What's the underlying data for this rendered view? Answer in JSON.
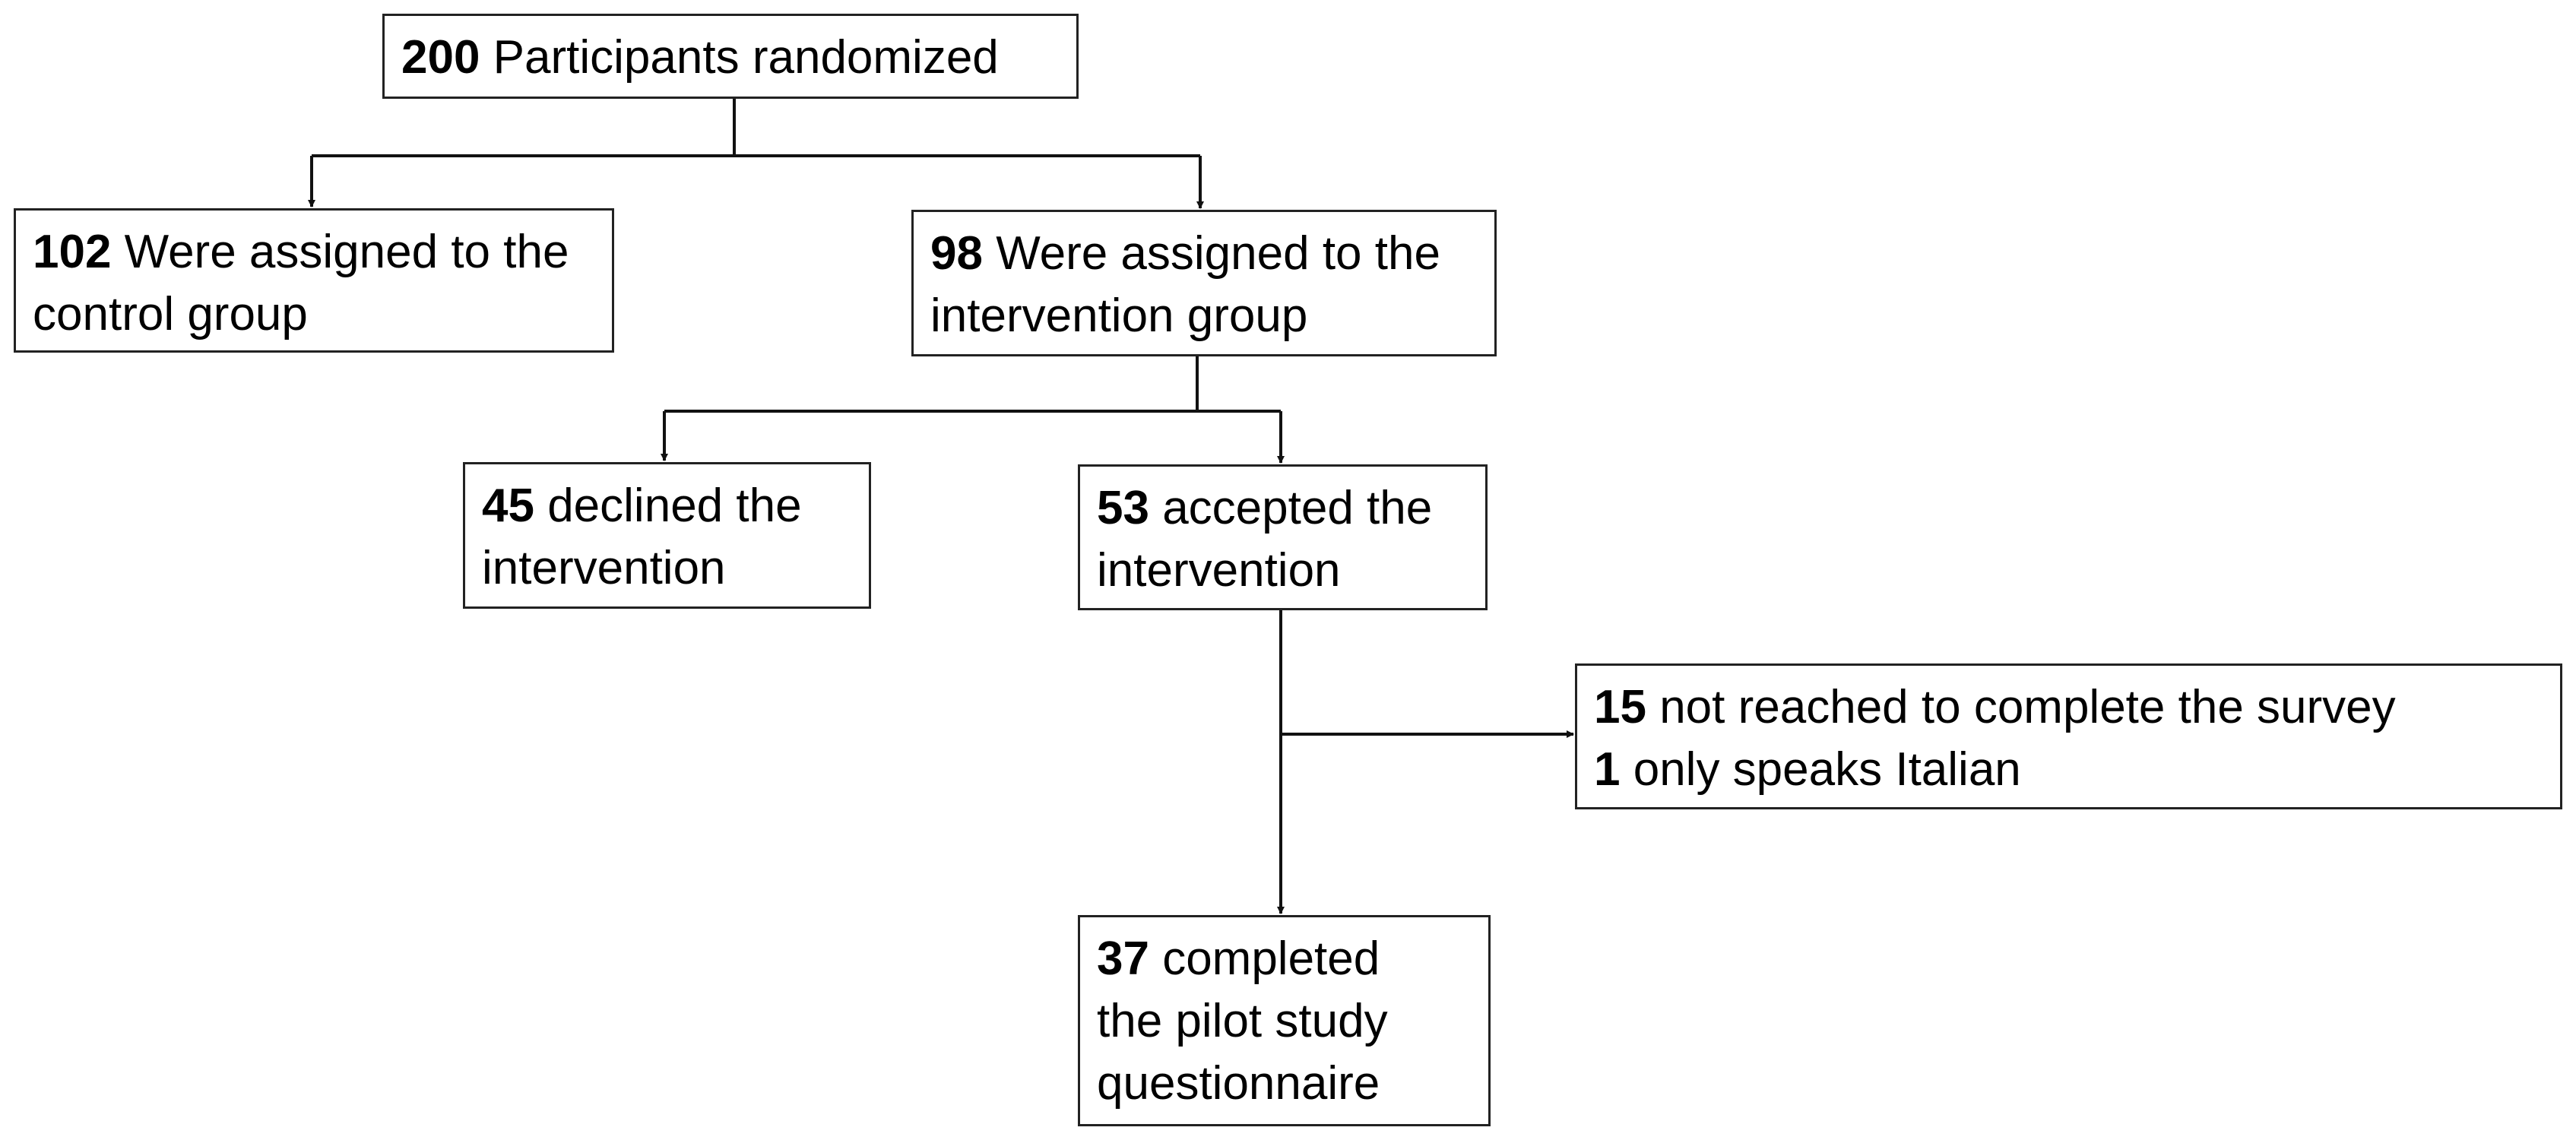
{
  "diagram": {
    "randomized": {
      "count": "200",
      "text": " Participants randomized"
    },
    "control": {
      "count": "102",
      "line1": " Were assigned to the",
      "line2": "control group"
    },
    "intervention": {
      "count": "98",
      "line1": " Were assigned to the",
      "line2": "intervention group"
    },
    "declined": {
      "count": "45",
      "line1": " declined the",
      "line2": "intervention"
    },
    "accepted": {
      "count": "53",
      "line1": " accepted the",
      "line2": "intervention"
    },
    "excluded": {
      "not_reached_count": "15",
      "not_reached_text": " not reached to complete the survey",
      "italian_count": "1",
      "italian_text": " only speaks Italian"
    },
    "completed": {
      "count": "37",
      "line1": " completed",
      "line2": "the pilot study",
      "line3": "questionnaire"
    }
  }
}
